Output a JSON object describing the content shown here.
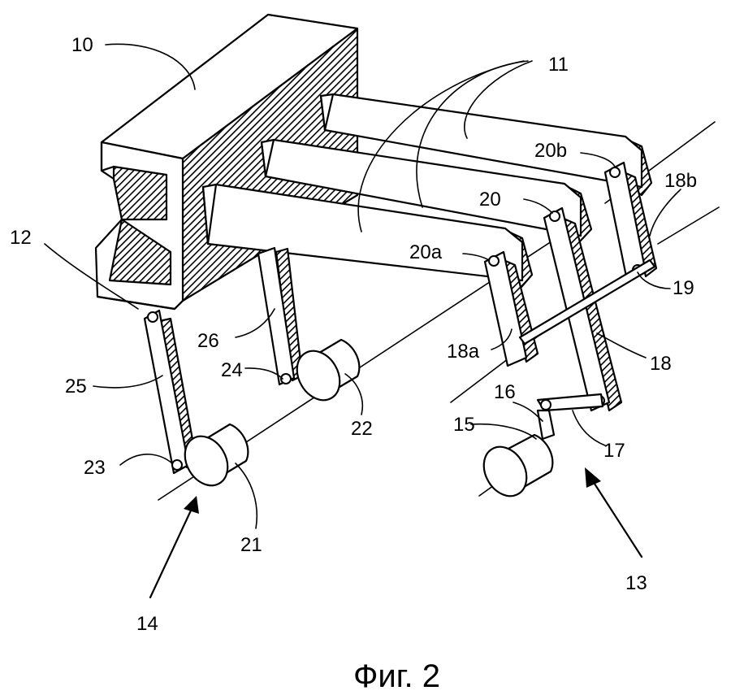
{
  "figure": {
    "caption": "Фиг. 2",
    "labels": {
      "l10": "10",
      "l11": "11",
      "l12": "12",
      "l13": "13",
      "l14": "14",
      "l15": "15",
      "l16": "16",
      "l17": "17",
      "l18": "18",
      "l18a": "18a",
      "l18b": "18b",
      "l19": "19",
      "l20": "20",
      "l20a": "20a",
      "l20b": "20b",
      "l21": "21",
      "l22": "22",
      "l23": "23",
      "l24": "24",
      "l25": "25",
      "l26": "26"
    }
  }
}
